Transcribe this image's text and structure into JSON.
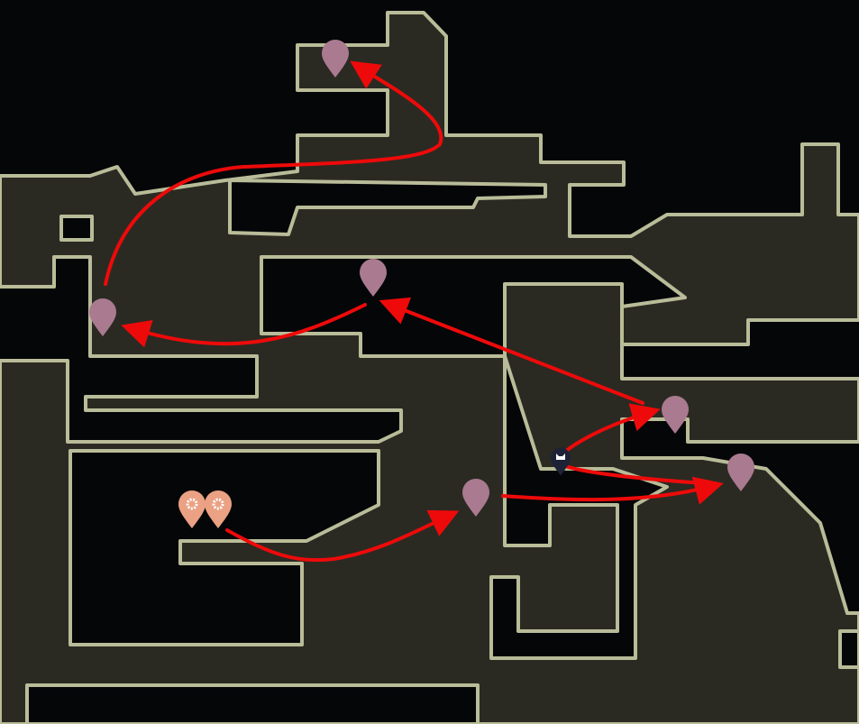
{
  "map": {
    "colors": {
      "background": "#050608",
      "room_fill": "#2b2a22",
      "room_outline": "#b9bc98",
      "route_arrow": "#ee0a0a",
      "pin_default": "#a97a90",
      "pin_bench": "#eba183",
      "pin_player": "#1d2236"
    },
    "pins": [
      {
        "type": "location-pin",
        "icon": "map-pin"
      },
      {
        "type": "location-pin",
        "icon": "map-pin"
      },
      {
        "type": "location-pin",
        "icon": "map-pin"
      },
      {
        "type": "location-pin",
        "icon": "map-pin"
      },
      {
        "type": "location-pin",
        "icon": "map-pin"
      },
      {
        "type": "location-pin",
        "icon": "map-pin"
      },
      {
        "type": "bench-pin",
        "icon": "gear-icon"
      },
      {
        "type": "bench-pin",
        "icon": "gear-icon"
      },
      {
        "type": "player-marker",
        "icon": "knight-head-icon"
      }
    ]
  }
}
